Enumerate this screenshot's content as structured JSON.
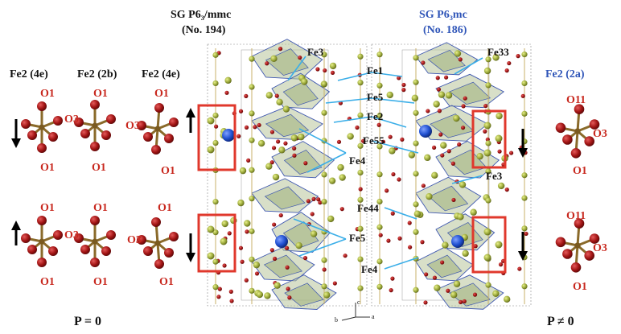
{
  "headers": {
    "left_title_1": "SG P6₃/mmc",
    "left_title_2": "(No. 194)",
    "right_title_1": "SG P6₃mc",
    "right_title_2": "(No. 186)"
  },
  "site_labels": {
    "fe2_4e_a": "Fe2 (4e)",
    "fe2_2b": "Fe2 (2b)",
    "fe2_4e_b": "Fe2 (4e)",
    "fe2_2a": "Fe2   (2a)"
  },
  "oxygen_labels": {
    "o1": "O1",
    "o3": "O3",
    "o11": "O11"
  },
  "callouts_left": [
    "Fe3",
    "Fe1",
    "Fe5",
    "Fe2",
    "Fe55",
    "Fe4",
    "Fe44",
    "Fe5",
    "Fe4"
  ],
  "callouts_right": [
    "Fe33",
    "Fe3"
  ],
  "axes": {
    "c": "c",
    "b": "b",
    "a": "a"
  },
  "polarization": {
    "zero": "P = 0",
    "nonzero": "P ≠ 0"
  },
  "colors": {
    "text_red": "#c8281e",
    "text_blue": "#2f55b8",
    "box_red": "#e0382c",
    "callout_line": "#3aaee8",
    "oxygen": "#9a1010",
    "iron": "#9aa83a",
    "barium_like": "#1f4fd0",
    "bond": "#8a6a2a"
  }
}
